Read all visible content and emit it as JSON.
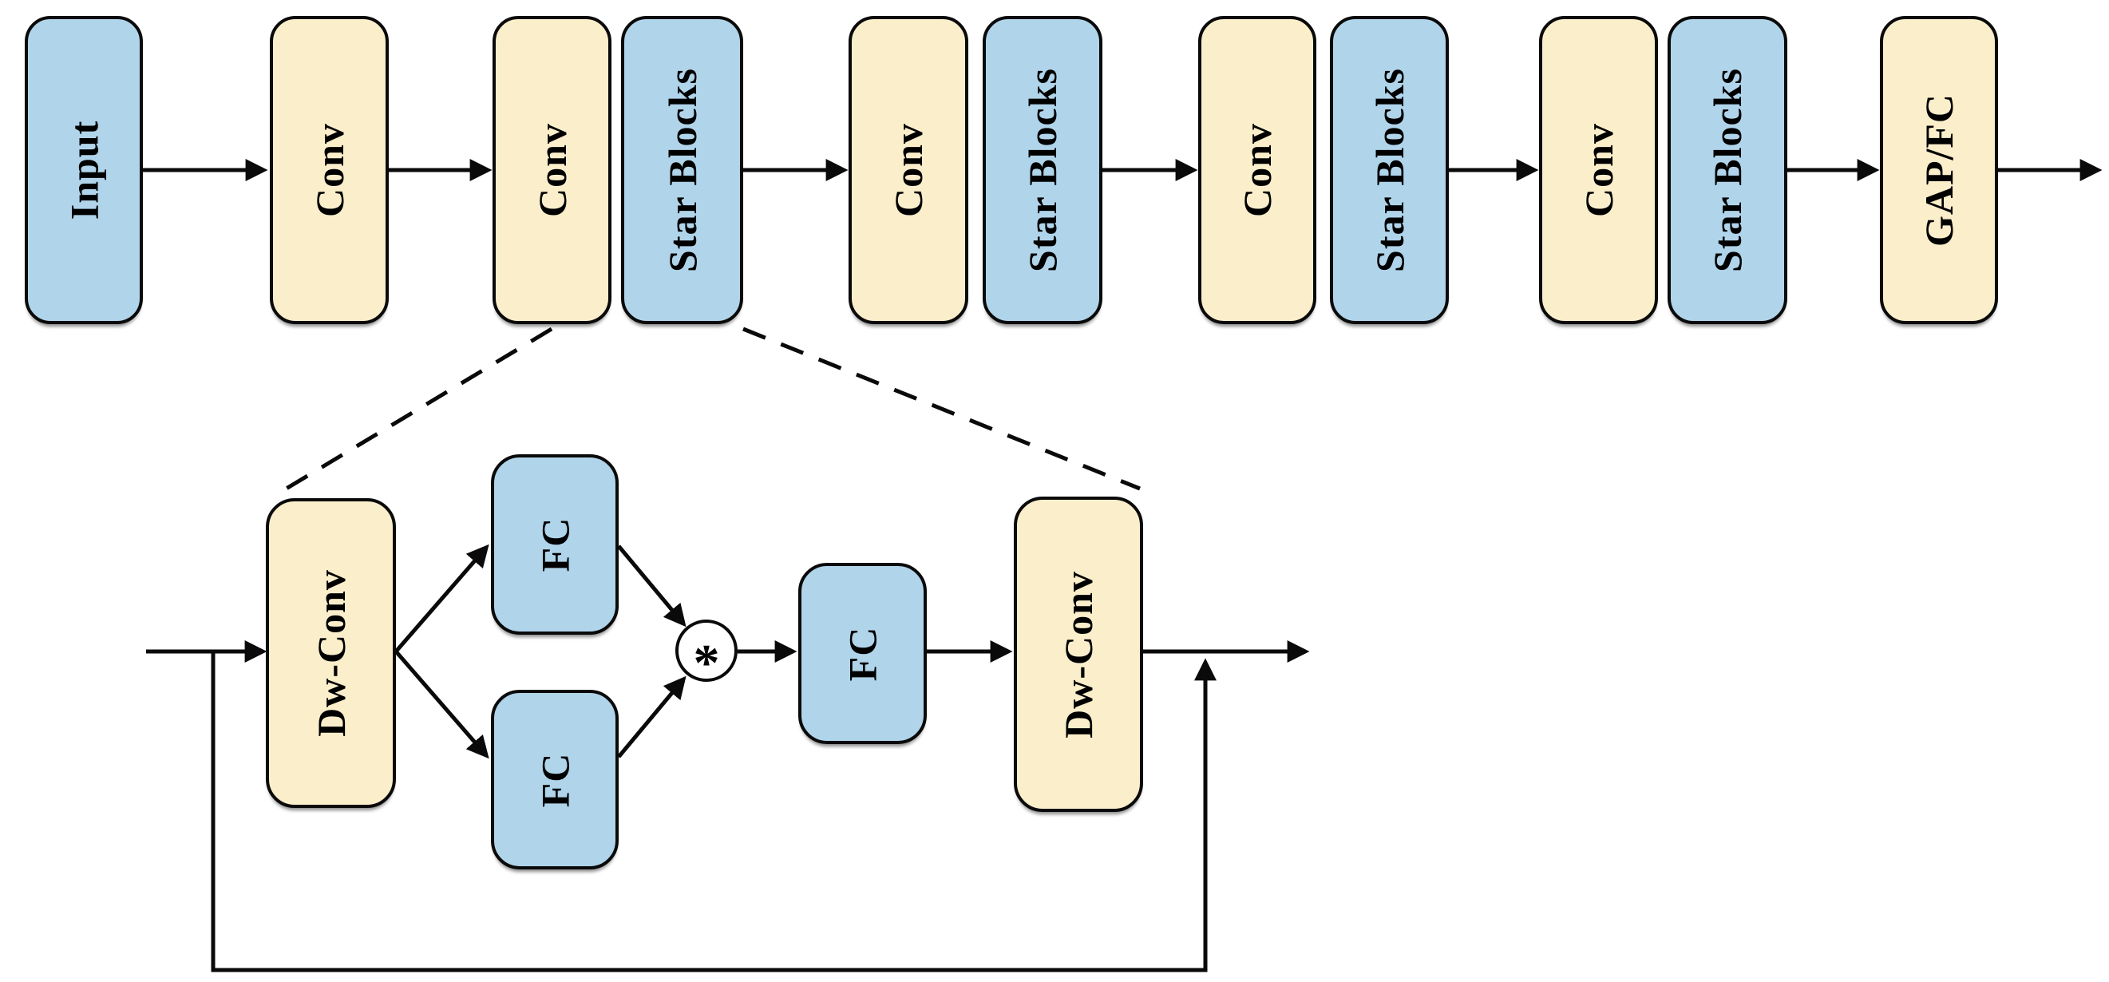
{
  "backbone": {
    "blocks": [
      {
        "label": "Input"
      },
      {
        "label": "Conv"
      },
      {
        "label": "Conv"
      },
      {
        "label": "Star Blocks"
      },
      {
        "label": "Conv"
      },
      {
        "label": "Star Blocks"
      },
      {
        "label": "Conv"
      },
      {
        "label": "Star Blocks"
      },
      {
        "label": "Conv"
      },
      {
        "label": "Star Blocks"
      },
      {
        "label": "GAP/FC"
      }
    ]
  },
  "star_block_detail": {
    "dw_conv_in": "Dw-Conv",
    "fc_top": "FC",
    "fc_bottom": "FC",
    "fc_mid": "FC",
    "dw_conv_out": "Dw-Conv",
    "operator": "*"
  },
  "colors": {
    "block_blue": "#b0d4ea",
    "block_yellow": "#faeecb",
    "line_black": "#0a0a0a",
    "background": "#ffffff"
  }
}
